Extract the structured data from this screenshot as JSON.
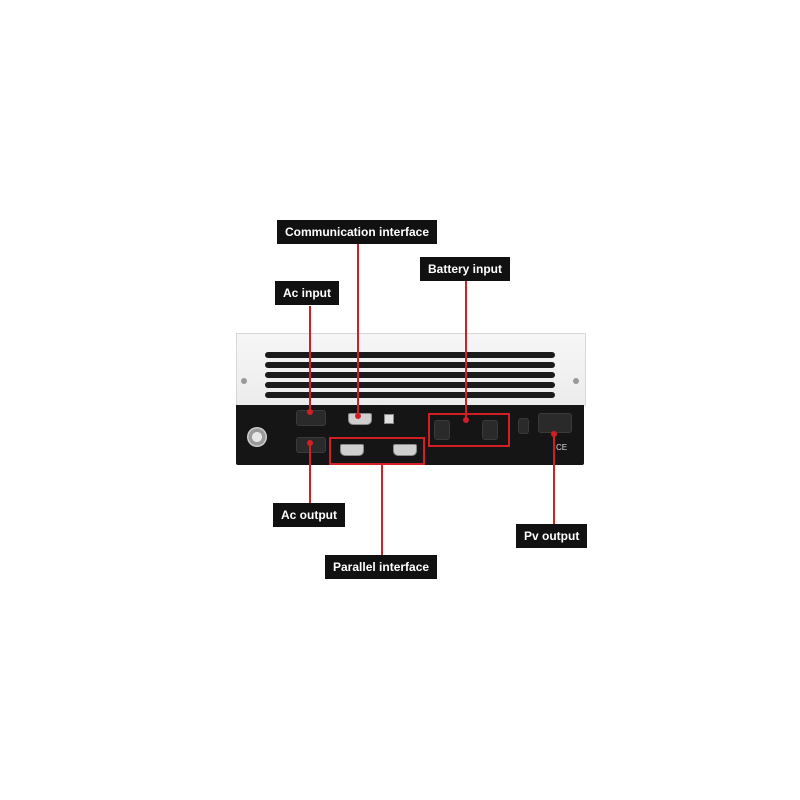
{
  "callouts": {
    "communication_interface": "Communication interface",
    "battery_input": "Battery input",
    "ac_input": "Ac input",
    "ac_output": "Ac output",
    "pv_output": "Pv output",
    "parallel_interface": "Parallel interface"
  },
  "colors": {
    "callout_bg": "#111111",
    "callout_text": "#ffffff",
    "annotation_red": "#d21f26",
    "panel": "#151515"
  }
}
